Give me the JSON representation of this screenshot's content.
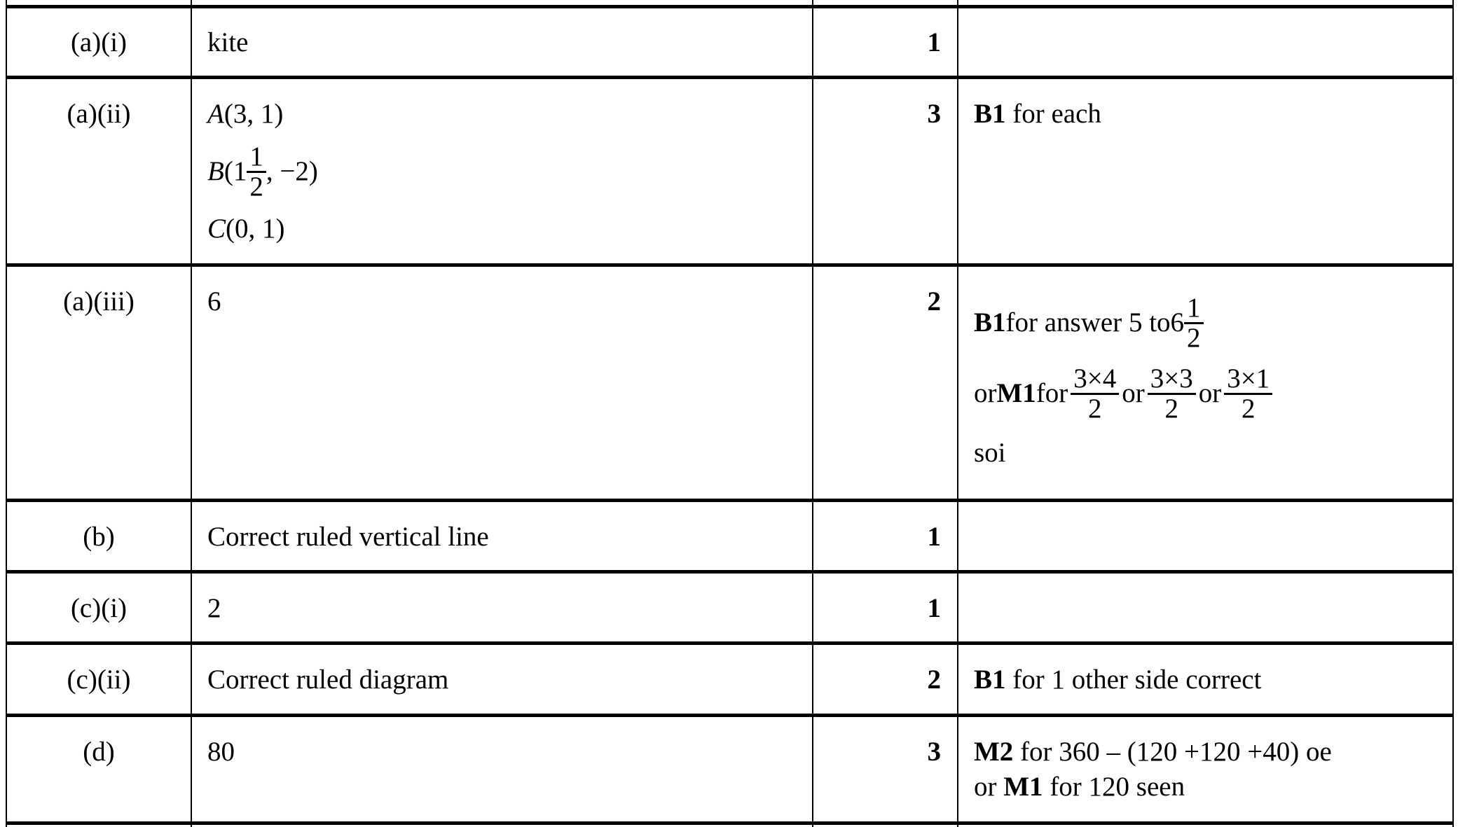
{
  "rows": [
    {
      "part": "(a)(i)",
      "answer": "kite",
      "mark": "1",
      "guidance": ""
    },
    {
      "part": "(a)(ii)",
      "answer_lines": [
        {
          "label": "A",
          "text": "(3, 1)"
        },
        {
          "label": "B",
          "pre": "(1",
          "frac_num": "1",
          "frac_den": "2",
          "post": ", −2)"
        },
        {
          "label": "C",
          "text": "(0, 1)"
        }
      ],
      "mark": "3",
      "guidance_bold": "B1",
      "guidance": "for each"
    },
    {
      "part": "(a)(iii)",
      "answer": "6",
      "mark": "2",
      "guidance": {
        "line1_bold": "B1",
        "line1": "for answer 5 to",
        "line1_whole": "6",
        "line1_num": "1",
        "line1_den": "2",
        "line2_pre": "or",
        "line2_bold": "M1",
        "line2_for": "for",
        "fracs": [
          {
            "num": "3×4",
            "den": "2"
          },
          {
            "num": "3×3",
            "den": "2"
          },
          {
            "num": "3×1",
            "den": "2"
          }
        ],
        "or": "or",
        "line3": "soi"
      }
    },
    {
      "part": "(b)",
      "answer": "Correct ruled vertical line",
      "mark": "1",
      "guidance": ""
    },
    {
      "part": "(c)(i)",
      "answer": "2",
      "mark": "1",
      "guidance": ""
    },
    {
      "part": "(c)(ii)",
      "answer": "Correct ruled diagram",
      "mark": "2",
      "guidance_bold": "B1",
      "guidance": "for 1 other side correct"
    },
    {
      "part": "(d)",
      "answer": "80",
      "mark": "3",
      "guidance_line1_bold": "M2",
      "guidance_line1": "for 360 – (120 +120 +40) oe",
      "guidance_line2_pre": "or",
      "guidance_line2_bold": "M1",
      "guidance_line2": "for 120 seen"
    }
  ]
}
